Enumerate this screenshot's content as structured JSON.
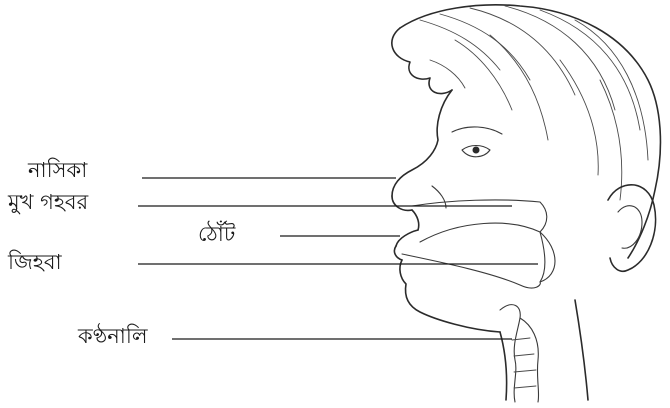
{
  "diagram": {
    "labels": {
      "nose": "নাসিকা",
      "mouth_cavity": "মুখ গহবর",
      "lips": "ঠোঁট",
      "tongue": "জিহবা",
      "windpipe": "কণ্ঠনালি"
    },
    "colors": {
      "ink": "#1a1a1a",
      "background": "#ffffff"
    }
  }
}
